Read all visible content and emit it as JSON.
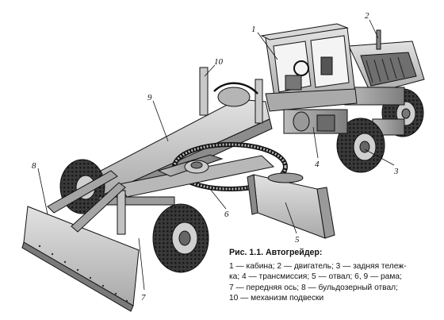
{
  "figure": {
    "callouts": [
      "1",
      "2",
      "3",
      "4",
      "5",
      "6",
      "7",
      "8",
      "9",
      "10"
    ]
  },
  "caption": {
    "figure_number": "Рис. 1.1.",
    "title": "Автогрейдер:",
    "legend_line_1": "1 — кабина; 2 — двигатель; 3 — задняя тележ-",
    "legend_line_2": "ка; 4 — трансмиссия; 5 — отвал; 6, 9 — рама;",
    "legend_line_3": "7 — передняя ось; 8 — бульдозерный отвал;",
    "legend_line_4": "10 — механизм подвески"
  }
}
